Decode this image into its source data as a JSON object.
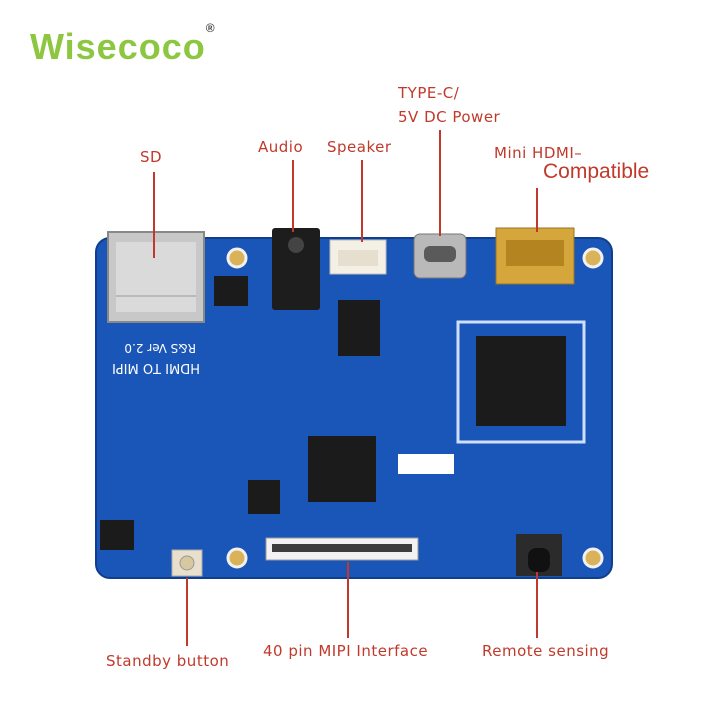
{
  "brand": {
    "logo_text": "Wisecoco",
    "registered_mark": "®"
  },
  "board": {
    "silkscreen_title": "HDMI TO MIPI",
    "silkscreen_version": "R&S Ver 2.0",
    "board_color": "#1a55b8"
  },
  "labels": {
    "sd": "SD",
    "audio": "Audio",
    "speaker": "Speaker",
    "type_c_line1": "TYPE-C/",
    "type_c_line2": "5V DC Power",
    "hdmi_line1": "Mini HDMI–",
    "hdmi_line2": "Compatible",
    "standby": "Standby button",
    "mipi": "40 pin MIPI Interface",
    "remote": "Remote sensing"
  },
  "colors": {
    "label_red": "#c0392b",
    "logo_green": "#8dc63f"
  }
}
